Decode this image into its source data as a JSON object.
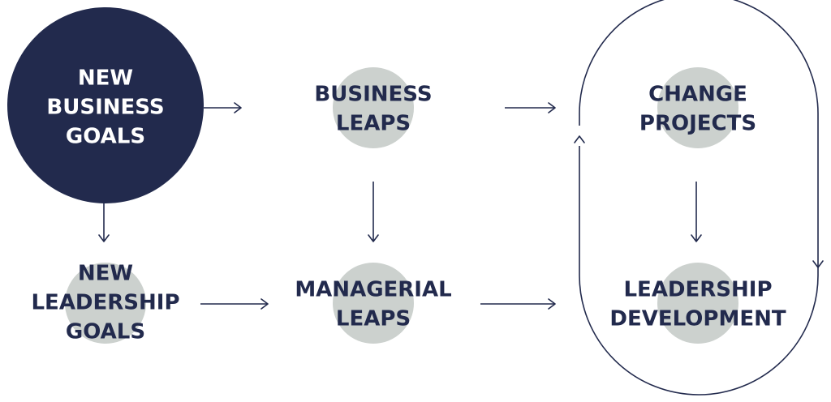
{
  "colors": {
    "primary": "#222a4d",
    "dot": "#ccd1ce",
    "background": "#ffffff"
  },
  "nodes": {
    "new_business_goals": [
      "NEW",
      "BUSINESS",
      "GOALS"
    ],
    "business_leaps": [
      "BUSINESS",
      "LEAPS"
    ],
    "change_projects": [
      "CHANGE",
      "PROJECTS"
    ],
    "new_leadership_goals": [
      "NEW",
      "LEADERSHIP",
      "GOALS"
    ],
    "managerial_leaps": [
      "MANAGERIAL",
      "LEAPS"
    ],
    "leadership_development": [
      "LEADERSHIP",
      "DEVELOPMENT"
    ]
  },
  "edges": [
    {
      "from": "new_business_goals",
      "to": "business_leaps"
    },
    {
      "from": "business_leaps",
      "to": "change_projects"
    },
    {
      "from": "new_business_goals",
      "to": "new_leadership_goals"
    },
    {
      "from": "business_leaps",
      "to": "managerial_leaps"
    },
    {
      "from": "change_projects",
      "to": "leadership_development"
    },
    {
      "from": "new_leadership_goals",
      "to": "managerial_leaps"
    },
    {
      "from": "managerial_leaps",
      "to": "leadership_development"
    },
    {
      "from": "leadership_development",
      "to": "change_projects",
      "style": "loop"
    }
  ]
}
